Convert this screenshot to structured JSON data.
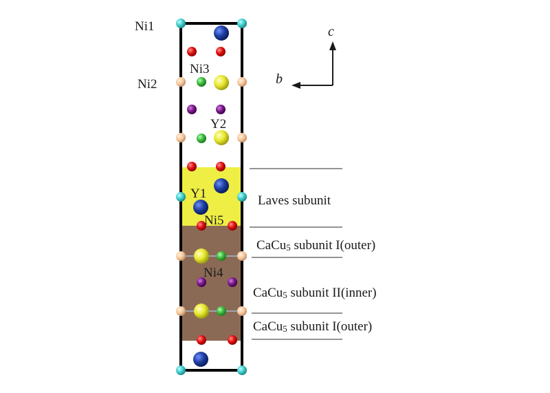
{
  "figure": {
    "atom_labels": {
      "ni1": "Ni1",
      "ni2": "Ni2",
      "ni3": "Ni3",
      "ni4": "Ni4",
      "ni5": "Ni5",
      "y1": "Y1",
      "y2": "Y2"
    },
    "axes": {
      "c": "c",
      "b": "b"
    },
    "subunits": [
      {
        "prefix": "Laves subunit",
        "sub": "",
        "suffix": ""
      },
      {
        "prefix": "CaCu",
        "sub": "5",
        "suffix": " subunit I(outer)"
      },
      {
        "prefix": "CaCu",
        "sub": "5",
        "suffix": " subunit II(inner)"
      },
      {
        "prefix": "CaCu",
        "sub": "5",
        "suffix": " subunit I(outer)"
      }
    ],
    "colors": {
      "laves_region": "#eeee44",
      "cacu5_region": "#8b6a55",
      "ni1_cyan": "#3cc8c8",
      "ni2_peach": "#f5c79a",
      "y_blue": "#1f3fa0",
      "red": "#e01010",
      "green": "#3cb93c",
      "yellow": "#e8e830",
      "purple": "#7a1a8a"
    }
  }
}
